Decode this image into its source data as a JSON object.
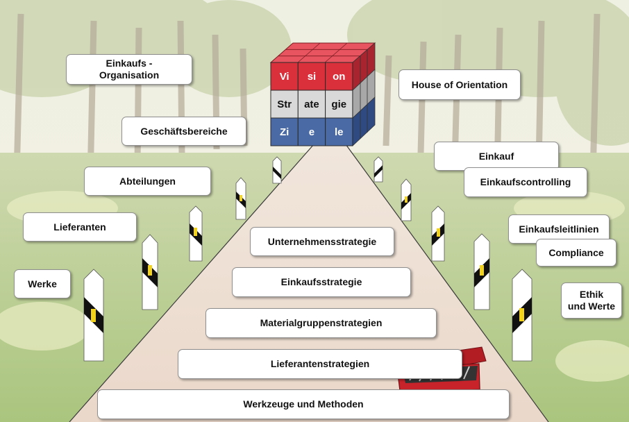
{
  "background": {
    "sky": "#f3f1e6",
    "foliage": "#c9d3b0",
    "meadow": "#b9cf8e",
    "road": "#efe3d8",
    "trunk": "#b8b0a0"
  },
  "cube": {
    "colors": {
      "red": "#d9303b",
      "gray": "#d9d9d9",
      "blue": "#4a6aa5"
    },
    "rows": [
      {
        "name": "vision",
        "cells": [
          "Vi",
          "si",
          "on"
        ]
      },
      {
        "name": "strategie",
        "cells": [
          "Str",
          "ate",
          "gie"
        ]
      },
      {
        "name": "ziele",
        "cells": [
          "Zi",
          "e",
          "le"
        ]
      }
    ]
  },
  "left_labels": {
    "einkaufs_organisation": "Einkaufs -\nOrganisation",
    "geschaeftsbereiche": "Geschäftsbereiche",
    "abteilungen": "Abteilungen",
    "lieferanten": "Lieferanten",
    "werke": "Werke"
  },
  "right_labels": {
    "house_of_orientation": "House of Orientation",
    "einkauf": "Einkauf",
    "einkaufscontrolling": "Einkaufscontrolling",
    "einkaufsleitlinien": "Einkaufsleitlinien",
    "compliance": "Compliance",
    "ethik_und_werte": "Ethik\nund Werte"
  },
  "road_labels": {
    "unternehmensstrategie": "Unternehmensstrategie",
    "einkaufsstrategie": "Einkaufsstrategie",
    "materialgruppenstrategien": "Materialgruppenstrategien",
    "lieferantenstrategien": "Lieferantenstrategien",
    "werkzeuge_und_methoden": "Werkzeuge und Methoden"
  },
  "toolbox": {
    "name": "red-toolbox-icon",
    "color": "#c8232a"
  },
  "posts": {
    "stripe_color": "#111111",
    "reflector_color": "#f2d21b"
  }
}
